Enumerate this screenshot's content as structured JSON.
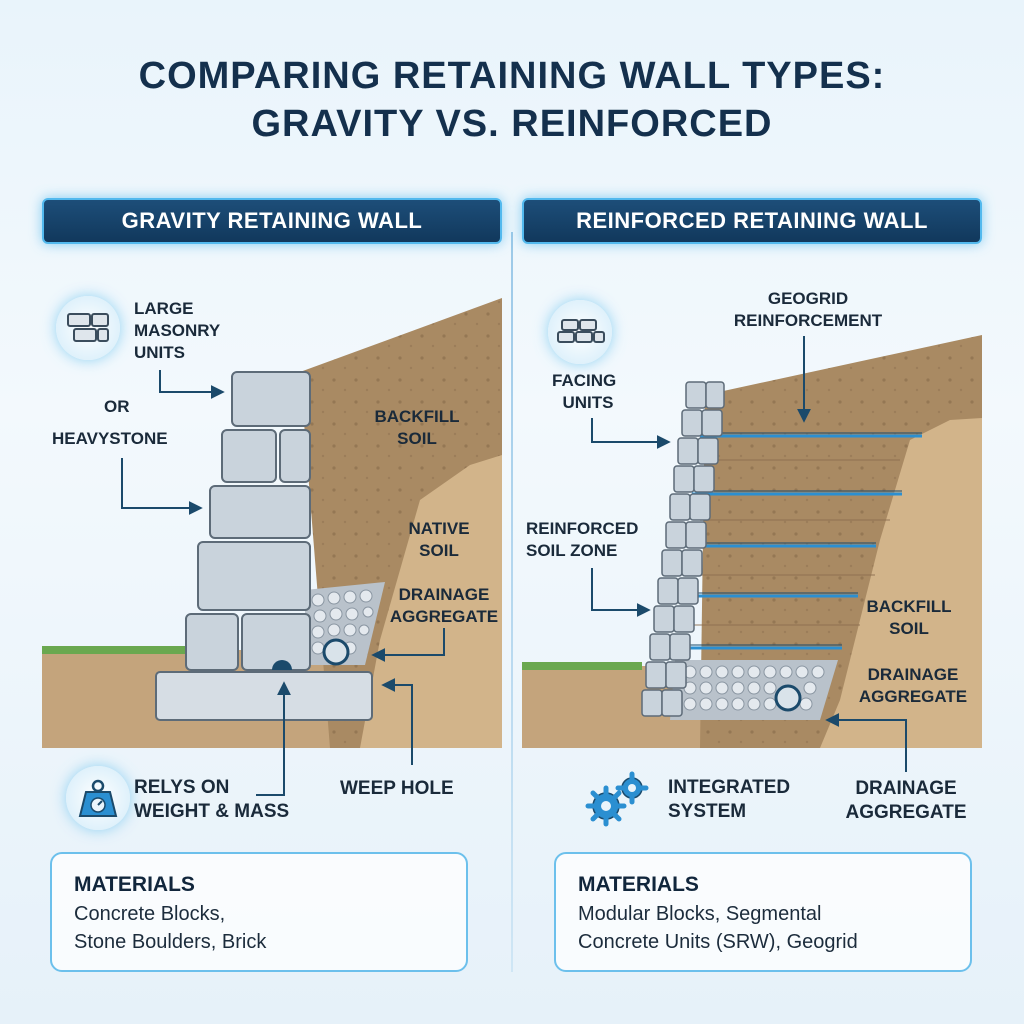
{
  "title": {
    "line1": "COMPARING RETAINING WALL TYPES:",
    "line2": "GRAVITY VS. REINFORCED"
  },
  "gravity": {
    "header": "GRAVITY RETAINING WALL",
    "labels": {
      "masonry_1": "LARGE",
      "masonry_2": "MASONRY",
      "masonry_3": "UNITS",
      "or": "OR",
      "heavystone": "HEAVYSTONE",
      "backfill_1": "BACKFILL",
      "backfill_2": "SOIL",
      "native_1": "NATIVE",
      "native_2": "SOIL",
      "drainage_1": "DRAINAGE",
      "drainage_2": "AGGREGATE",
      "weight_1": "RELYS ON",
      "weight_2": "WEIGHT & MASS",
      "weep": "WEEP HOLE"
    },
    "materials": {
      "heading": "MATERIALS",
      "line1": "Concrete Blocks,",
      "line2": "Stone Boulders, Brick"
    }
  },
  "reinforced": {
    "header": "REINFORCED RETAINING WALL",
    "labels": {
      "geogrid_1": "GEOGRID",
      "geogrid_2": "REINFORCEMENT",
      "facing_1": "FACING",
      "facing_2": "UNITS",
      "zone_1": "REINFORCED",
      "zone_2": "SOIL ZONE",
      "backfill_1": "BACKFILL",
      "backfill_2": "SOIL",
      "drainage_1": "DRAINAGE",
      "drainage_2": "AGGREGATE",
      "system_1": "INTEGRATED",
      "system_2": "SYSTEM",
      "drainage_b1": "DRAINAGE",
      "drainage_b2": "AGGREGATE"
    },
    "materials": {
      "heading": "MATERIALS",
      "line1": "Modular Blocks, Segmental",
      "line2": "Concrete Units (SRW), Geogrid"
    }
  },
  "colors": {
    "soil": "#c4a47c",
    "soil_dark": "#a98a63",
    "stone": "#c9d3dc",
    "grass": "#6aa84f",
    "geogrid": "#2b8fd1",
    "arrow": "#1b4a6b"
  }
}
